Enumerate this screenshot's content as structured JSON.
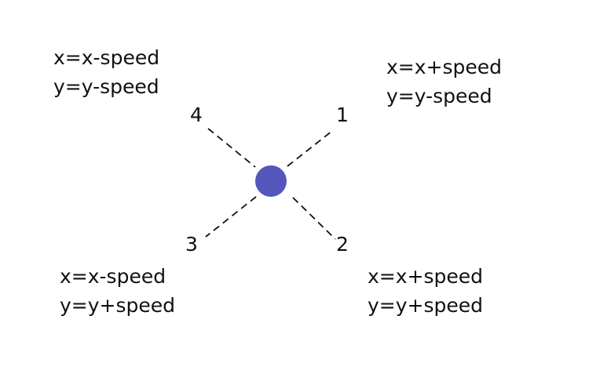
{
  "colors": {
    "ball": "#5456bb",
    "lines": "#111111",
    "text": "#111111",
    "background": "#ffffff"
  },
  "directions": [
    {
      "number": "1",
      "x_formula": "x=x+speed",
      "y_formula": "y=y-speed"
    },
    {
      "number": "2",
      "x_formula": "x=x+speed",
      "y_formula": "y=y+speed"
    },
    {
      "number": "3",
      "x_formula": "x=x-speed",
      "y_formula": "y=y+speed"
    },
    {
      "number": "4",
      "x_formula": "x=x-speed",
      "y_formula": "y=y-speed"
    }
  ]
}
